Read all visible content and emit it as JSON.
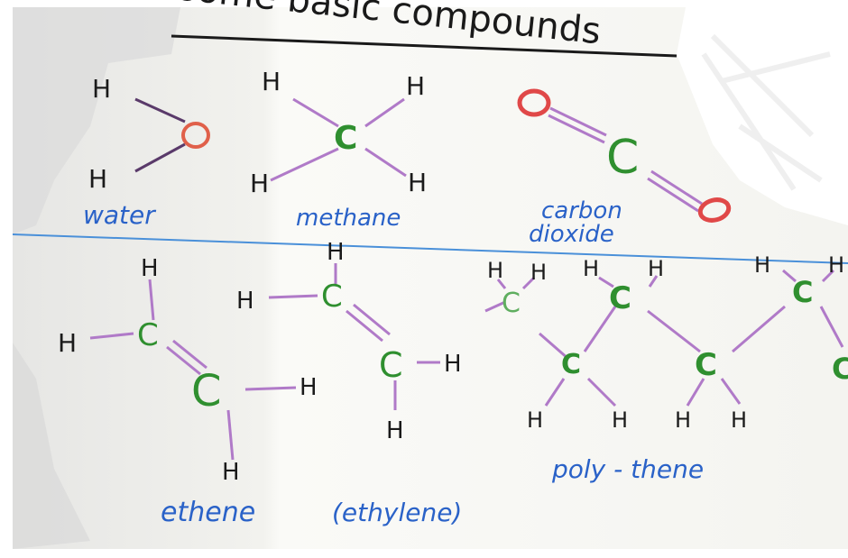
{
  "title": "some basic compounds",
  "colors": {
    "hydrogen": "#1a1a1a",
    "carbon": "#2f8f2f",
    "oxygen": "#e0604a",
    "bond": "#b07ac8",
    "label": "#2a62c8",
    "divider": "#4a90d9"
  },
  "atoms": {
    "hydrogen": "H",
    "carbon": "C",
    "oxygen": "O"
  },
  "labels": {
    "water": "water",
    "methane": "methane",
    "carbon_dioxide_line1": "carbon",
    "carbon_dioxide_line2": "dioxide",
    "ethene": "ethene",
    "ethylene": "(ethylene)",
    "polythene": "poly - thene"
  }
}
